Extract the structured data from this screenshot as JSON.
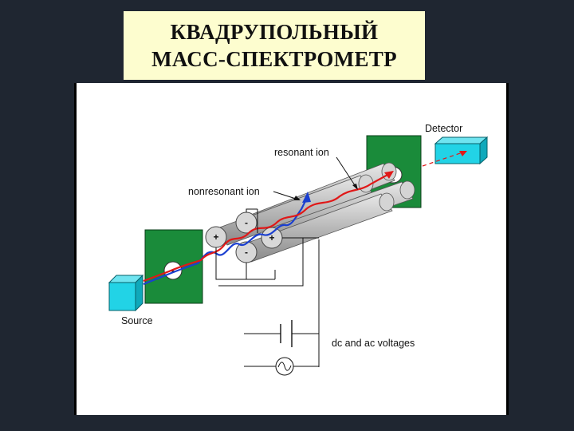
{
  "title": {
    "line1": "КВАДРУПОЛЬНЫЙ",
    "line2": "МАСС-СПЕКТРОМЕТР"
  },
  "diagram": {
    "labels": {
      "detector": "Detector",
      "resonant_ion": "resonant ion",
      "nonresonant_ion": "nonresonant ion",
      "source": "Source",
      "voltages": "dc and ac voltages"
    },
    "rod_signs": {
      "top": "-",
      "left": "+",
      "right": "+",
      "bottom": "-",
      "source_plate": "-"
    },
    "colors": {
      "background": "#1f2631",
      "title_box": "#fdfdcf",
      "plate_green": "#1a8b3a",
      "cube_cyan": "#22d3e6",
      "rod_gray": "#b8b8b8",
      "ion_red": "#e01818",
      "ion_blue": "#1a3fd0"
    }
  }
}
